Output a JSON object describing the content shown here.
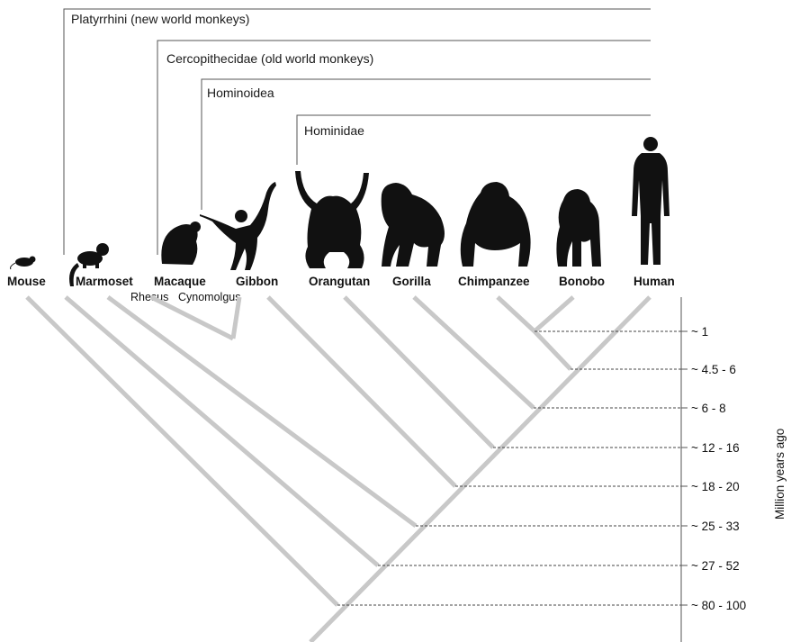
{
  "clades": {
    "platyrrhini": "Platyrrhini (new world monkeys)",
    "cercopithecidae": "Cercopithecidae (old world monkeys)",
    "hominoidea": "Hominoidea",
    "hominidae": "Hominidae"
  },
  "species": {
    "mouse": "Mouse",
    "marmoset": "Marmoset",
    "macaque": "Macaque",
    "gibbon": "Gibbon",
    "orangutan": "Orangutan",
    "gorilla": "Gorilla",
    "chimpanzee": "Chimpanzee",
    "bonobo": "Bonobo",
    "human": "Human"
  },
  "macaque_subspecies": {
    "rhesus": "Rhesus",
    "cynomolgus": "Cynomolgus"
  },
  "time_axis": {
    "title": "Million years ago",
    "labels": [
      "~ 1",
      "~ 4.5 - 6",
      "~ 6 - 8",
      "~ 12 - 16",
      "~ 18 - 20",
      "~ 25 - 33",
      "~ 27 - 52",
      "~ 80 - 100"
    ]
  },
  "colors": {
    "branch": "#c8c8c8",
    "bracket": "#555555",
    "silhouette": "#111111"
  }
}
